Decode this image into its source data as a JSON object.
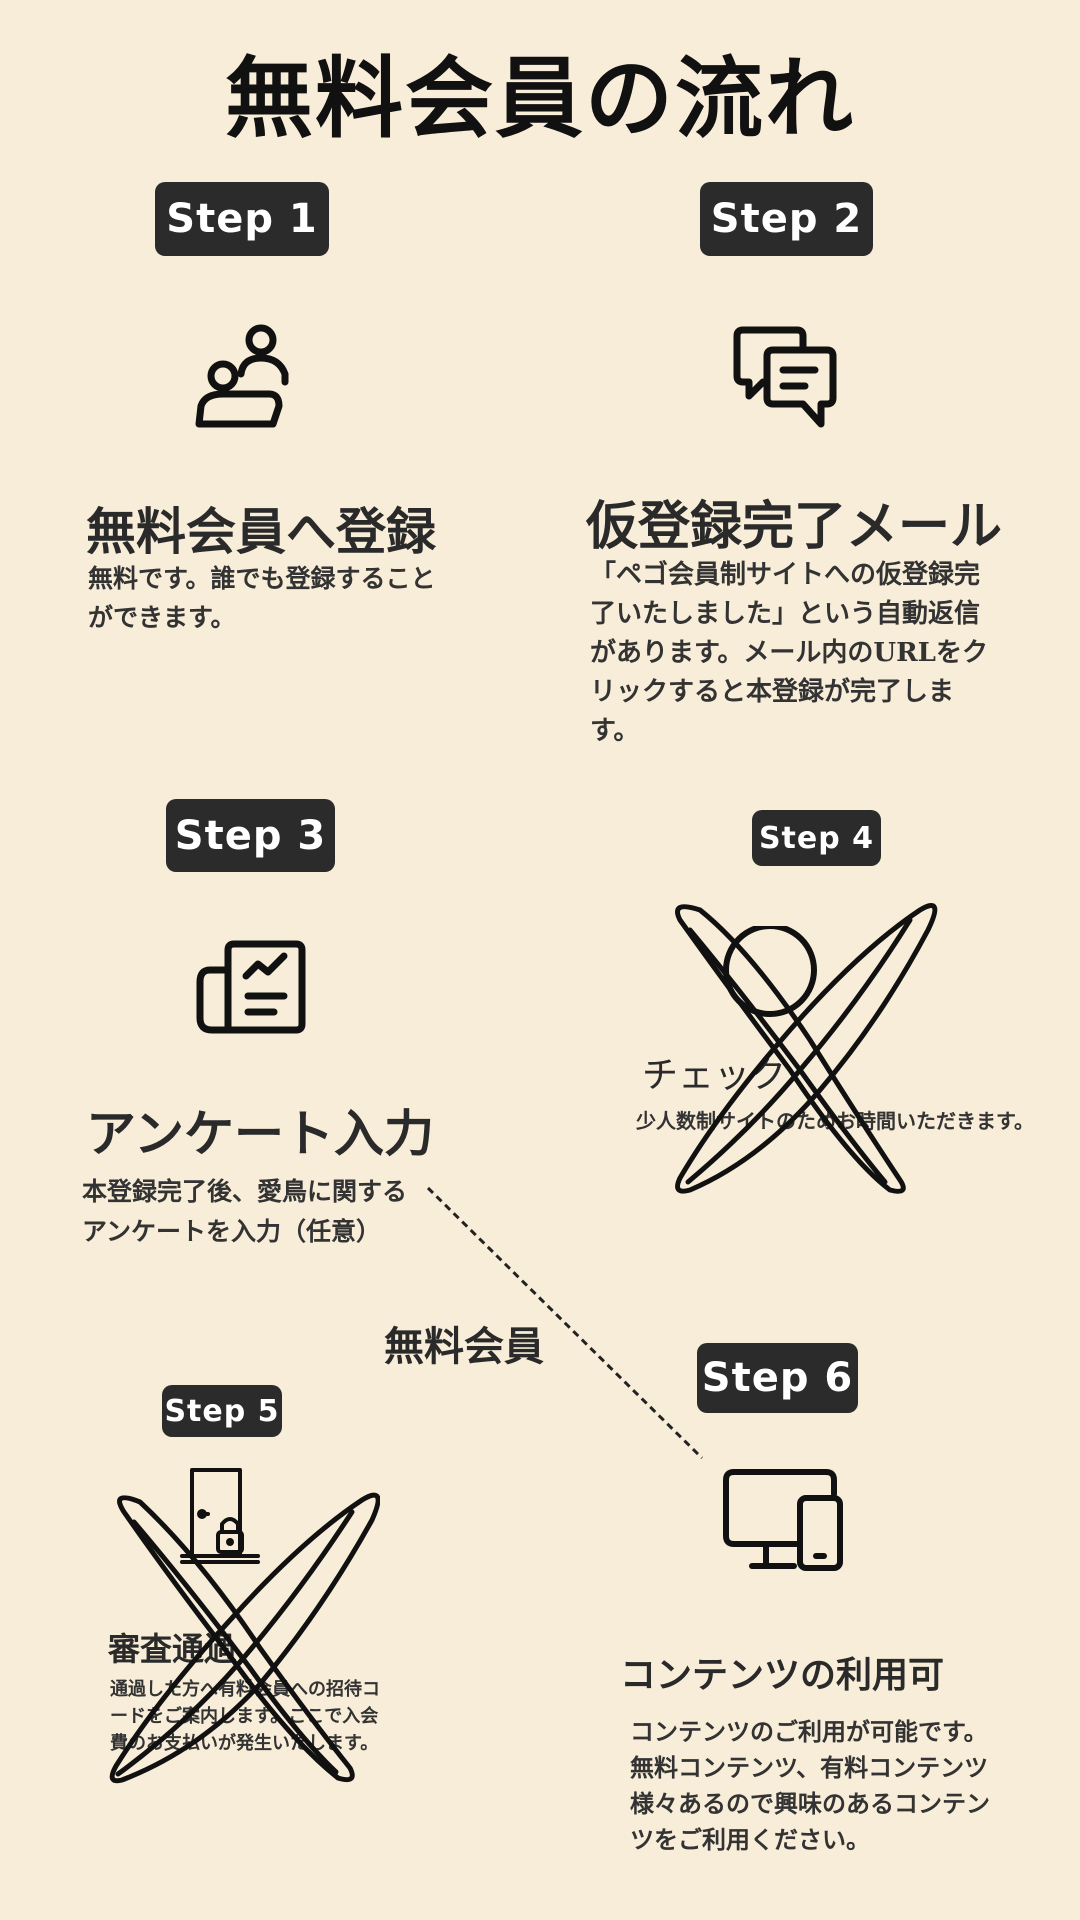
{
  "page": {
    "title": "無料会員の流れ"
  },
  "steps": [
    {
      "badge": "Step 1",
      "icon": "user-group-icon",
      "heading": "無料会員へ登録",
      "description": "無料です。誰でも登録することができます。"
    },
    {
      "badge": "Step 2",
      "icon": "chat-bubbles-icon",
      "heading": "仮登録完了メール",
      "description": "「ペゴ会員制サイトへの仮登録完了いたしました」という自動返信があります。メール内のURLをクリックすると本登録が完了します。"
    },
    {
      "badge": "Step 3",
      "icon": "survey-chart-icon",
      "heading": "アンケート入力",
      "description": "本登録完了後、愛鳥に関するアンケートを入力（任意）"
    },
    {
      "badge": "Step 4",
      "icon": "magnifier-icon",
      "heading": "チェック",
      "description": "少人数制サイトのためお時間いただきます。",
      "crossed_out": true
    },
    {
      "badge": "Step 5",
      "icon": "locked-door-icon",
      "heading": "審査通過",
      "description": "通過した方へ有料会員への招待コードをご案内します。ここで入会費のお支払いが発生いたします。",
      "crossed_out": true
    },
    {
      "badge": "Step 6",
      "icon": "devices-icon",
      "heading": "コンテンツの利用可",
      "description": "コンテンツのご利用が可能です。無料コンテンツ、有料コンテンツ様々あるので興味のあるコンテンツをご利用ください。"
    }
  ],
  "divider_label": "無料会員",
  "colors": {
    "background": "#f8edd8",
    "badge": "#2b2b2b",
    "badge_text": "#ffffff",
    "ink": "#111111"
  }
}
